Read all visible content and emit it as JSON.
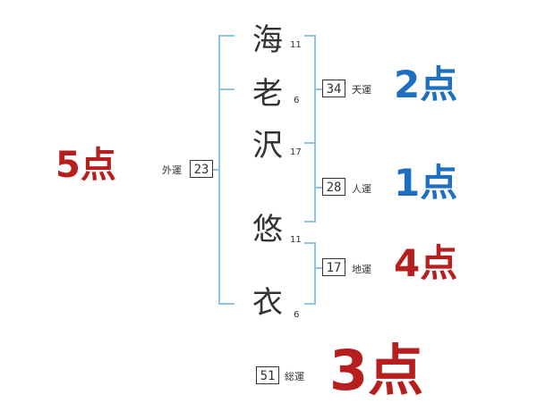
{
  "name_chars": [
    {
      "char": "海",
      "strokes": "11"
    },
    {
      "char": "老",
      "strokes": "6"
    },
    {
      "char": "沢",
      "strokes": "17"
    },
    {
      "char": "悠",
      "strokes": "11"
    },
    {
      "char": "衣",
      "strokes": "6"
    }
  ],
  "gaiun": {
    "label": "外運",
    "value": "23",
    "score": "5点"
  },
  "tenun": {
    "label": "天運",
    "value": "34",
    "score": "2点"
  },
  "jinun": {
    "label": "人運",
    "value": "28",
    "score": "1点"
  },
  "chiun": {
    "label": "地運",
    "value": "17",
    "score": "4点"
  },
  "souun": {
    "label": "総運",
    "value": "51",
    "score": "3点"
  },
  "colors": {
    "bracket": "#8ec5e6",
    "blue_score": "#1f6fc0",
    "red_score": "#b71f1f",
    "text": "#333333"
  }
}
